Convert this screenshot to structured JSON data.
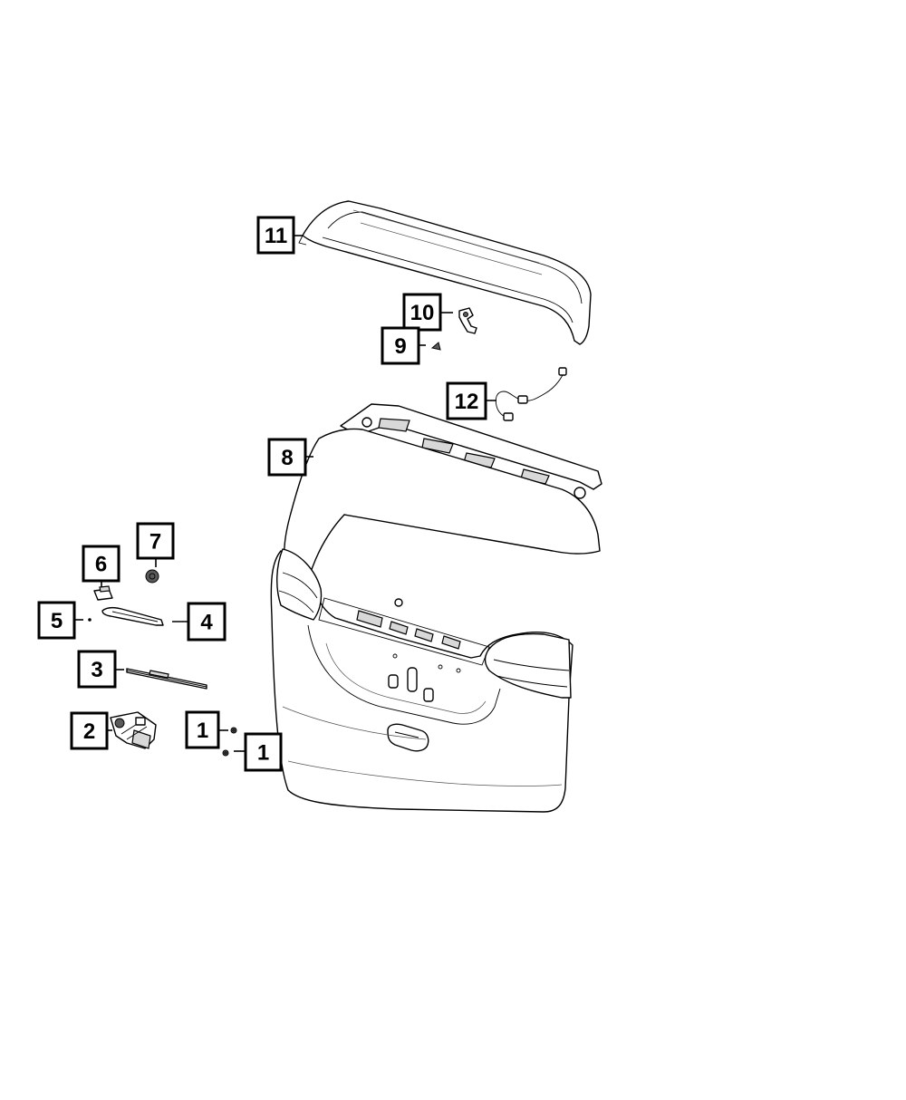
{
  "callouts": [
    {
      "id": "c1a",
      "label": "1"
    },
    {
      "id": "c1b",
      "label": "1"
    },
    {
      "id": "c2",
      "label": "2"
    },
    {
      "id": "c3",
      "label": "3"
    },
    {
      "id": "c4",
      "label": "4"
    },
    {
      "id": "c5",
      "label": "5"
    },
    {
      "id": "c6",
      "label": "6"
    },
    {
      "id": "c7",
      "label": "7"
    },
    {
      "id": "c8",
      "label": "8"
    },
    {
      "id": "c9",
      "label": "9"
    },
    {
      "id": "c10",
      "label": "10"
    },
    {
      "id": "c11",
      "label": "11"
    },
    {
      "id": "c12",
      "label": "12"
    }
  ],
  "parts": [
    "spoiler",
    "liftgate",
    "wiring-harness",
    "hinge-clip",
    "retainer",
    "cap",
    "nut",
    "wiper-arm",
    "wiper-blade",
    "wiper-motor",
    "grommet",
    "screw",
    "spacer"
  ]
}
